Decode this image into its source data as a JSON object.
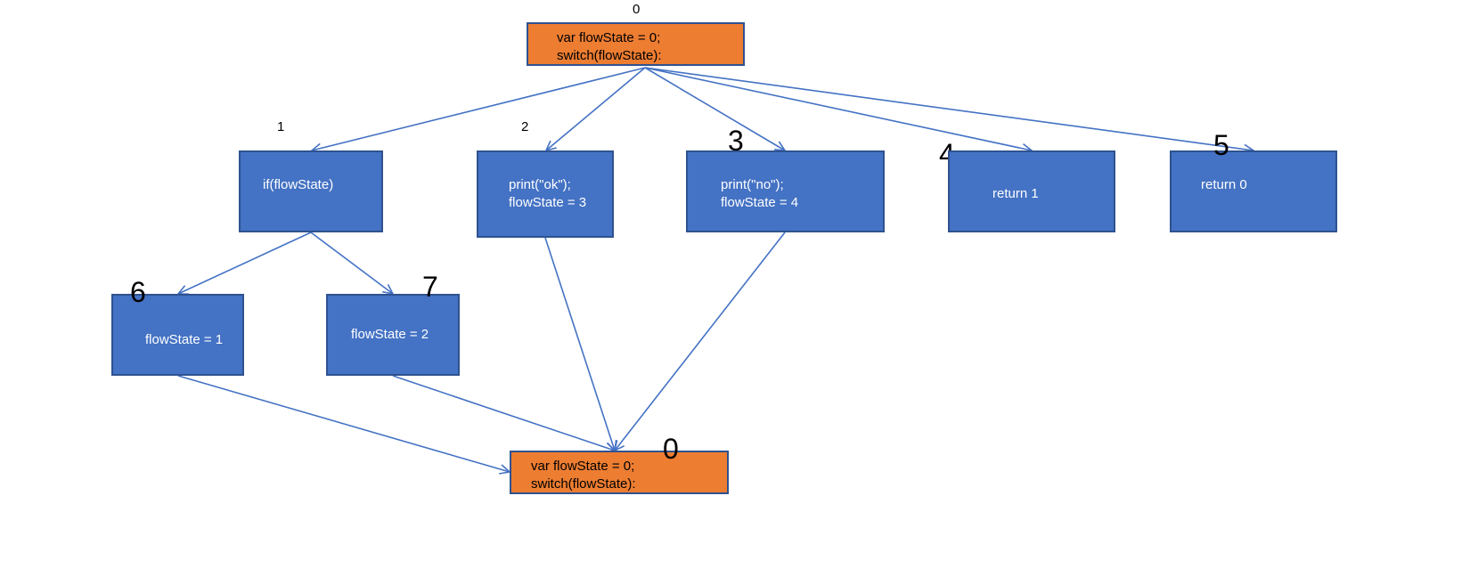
{
  "colors": {
    "block_blue": "#4472c4",
    "block_orange": "#ed7d31",
    "edge": "#4472c4",
    "border": "#2f528f"
  },
  "nodes": {
    "top_dispatcher": {
      "label": "var flowState = 0;\nswitch(flowState):",
      "state": "0"
    },
    "case1": {
      "label": "if(flowState)",
      "state": "1"
    },
    "case2": {
      "label": "print(\"ok\");\nflowState = 3",
      "state": "2"
    },
    "case3": {
      "label": "print(\"no\");\nflowState = 4",
      "state": "3"
    },
    "case4": {
      "label": "return 1",
      "state": "4"
    },
    "case5": {
      "label": "return 0",
      "state": "5"
    },
    "case6": {
      "label": "flowState = 1",
      "state": "6"
    },
    "case7": {
      "label": "flowState = 2",
      "state": "7"
    },
    "bottom_dispatcher": {
      "label": "var flowState = 0;\nswitch(flowState):",
      "state": "0"
    }
  },
  "edges": [
    {
      "from": "top_dispatcher",
      "to": "case1"
    },
    {
      "from": "top_dispatcher",
      "to": "case2"
    },
    {
      "from": "top_dispatcher",
      "to": "case3"
    },
    {
      "from": "top_dispatcher",
      "to": "case4"
    },
    {
      "from": "top_dispatcher",
      "to": "case5"
    },
    {
      "from": "case1",
      "to": "case6"
    },
    {
      "from": "case1",
      "to": "case7"
    },
    {
      "from": "case6",
      "to": "bottom_dispatcher"
    },
    {
      "from": "case7",
      "to": "bottom_dispatcher"
    },
    {
      "from": "case2",
      "to": "bottom_dispatcher"
    },
    {
      "from": "case3",
      "to": "bottom_dispatcher"
    }
  ]
}
